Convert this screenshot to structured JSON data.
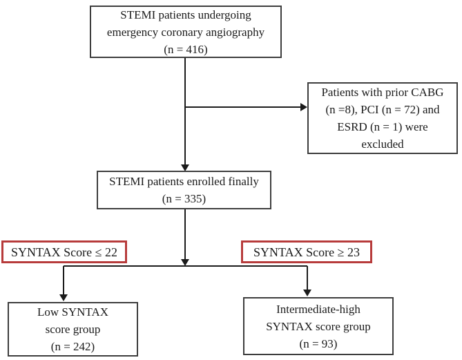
{
  "diagram": {
    "type": "flowchart",
    "subject": "STEMI patient enrollment and SYNTAX score grouping",
    "colors": {
      "accent": "#b73b3b",
      "line": "#1b1b1b",
      "box_border": "#3d3d3d",
      "background": "#ffffff",
      "text": "#1a1a1a"
    },
    "nodes": {
      "top": {
        "lines": {
          "0": "STEMI patients undergoing",
          "1": "emergency coronary angiography",
          "2": "(n = 416)"
        }
      },
      "excluded": {
        "lines": {
          "0": "Patients with prior CABG",
          "1": "(n =8), PCI (n = 72) and",
          "2": "ESRD (n = 1) were",
          "3": "excluded"
        }
      },
      "enrolled": {
        "lines": {
          "0": "STEMI patients enrolled finally",
          "1": "(n = 335)"
        }
      },
      "low_label": {
        "text": "SYNTAX Score ≤ 22"
      },
      "high_label": {
        "text": "SYNTAX Score ≥ 23"
      },
      "low_group": {
        "lines": {
          "0": "Low SYNTAX",
          "1": "score group",
          "2": "(n = 242)"
        }
      },
      "intermediate_group": {
        "lines": {
          "0": "Intermediate-high",
          "1": "SYNTAX score group",
          "2": "(n = 93)"
        }
      }
    },
    "edges": {
      "0": "top -> enrolled",
      "1": "top -> excluded",
      "2": "enrolled -> low_group",
      "3": "enrolled -> intermediate_group"
    }
  }
}
